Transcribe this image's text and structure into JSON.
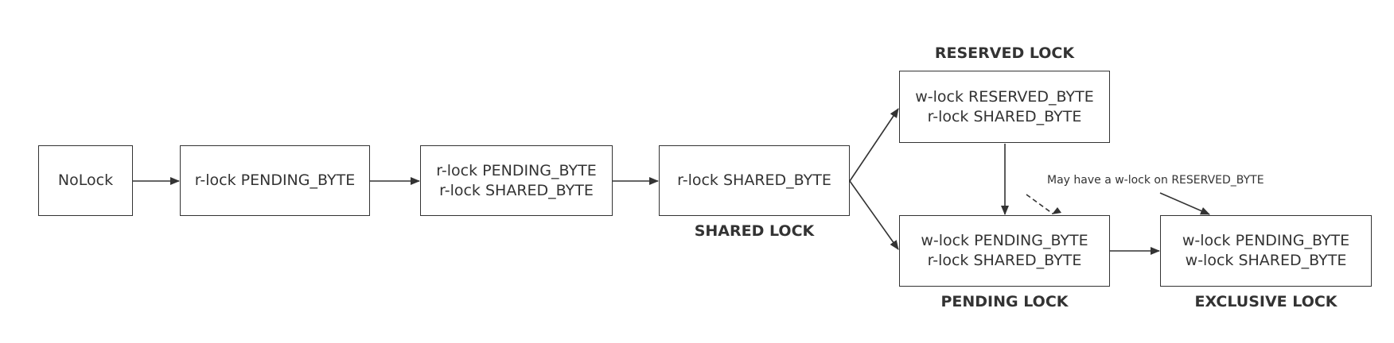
{
  "nodes": {
    "nolock": {
      "lines": [
        "NoLock"
      ]
    },
    "pending_read": {
      "lines": [
        "r-lock PENDING_BYTE"
      ]
    },
    "pending_shared": {
      "lines": [
        "r-lock PENDING_BYTE",
        "r-lock SHARED_BYTE"
      ]
    },
    "shared": {
      "lines": [
        "r-lock SHARED_BYTE"
      ]
    },
    "reserved": {
      "lines": [
        "w-lock RESERVED_BYTE",
        "r-lock SHARED_BYTE"
      ]
    },
    "pending": {
      "lines": [
        "w-lock PENDING_BYTE",
        "r-lock SHARED_BYTE"
      ]
    },
    "exclusive": {
      "lines": [
        "w-lock PENDING_BYTE",
        "w-lock SHARED_BYTE"
      ]
    }
  },
  "captions": {
    "shared": "SHARED LOCK",
    "reserved": "RESERVED LOCK",
    "pending": "PENDING LOCK",
    "exclusive": "EXCLUSIVE LOCK"
  },
  "note": "May have a w-lock on RESERVED_BYTE",
  "colors": {
    "stroke": "#333333",
    "text": "#333333",
    "background": "#ffffff"
  }
}
